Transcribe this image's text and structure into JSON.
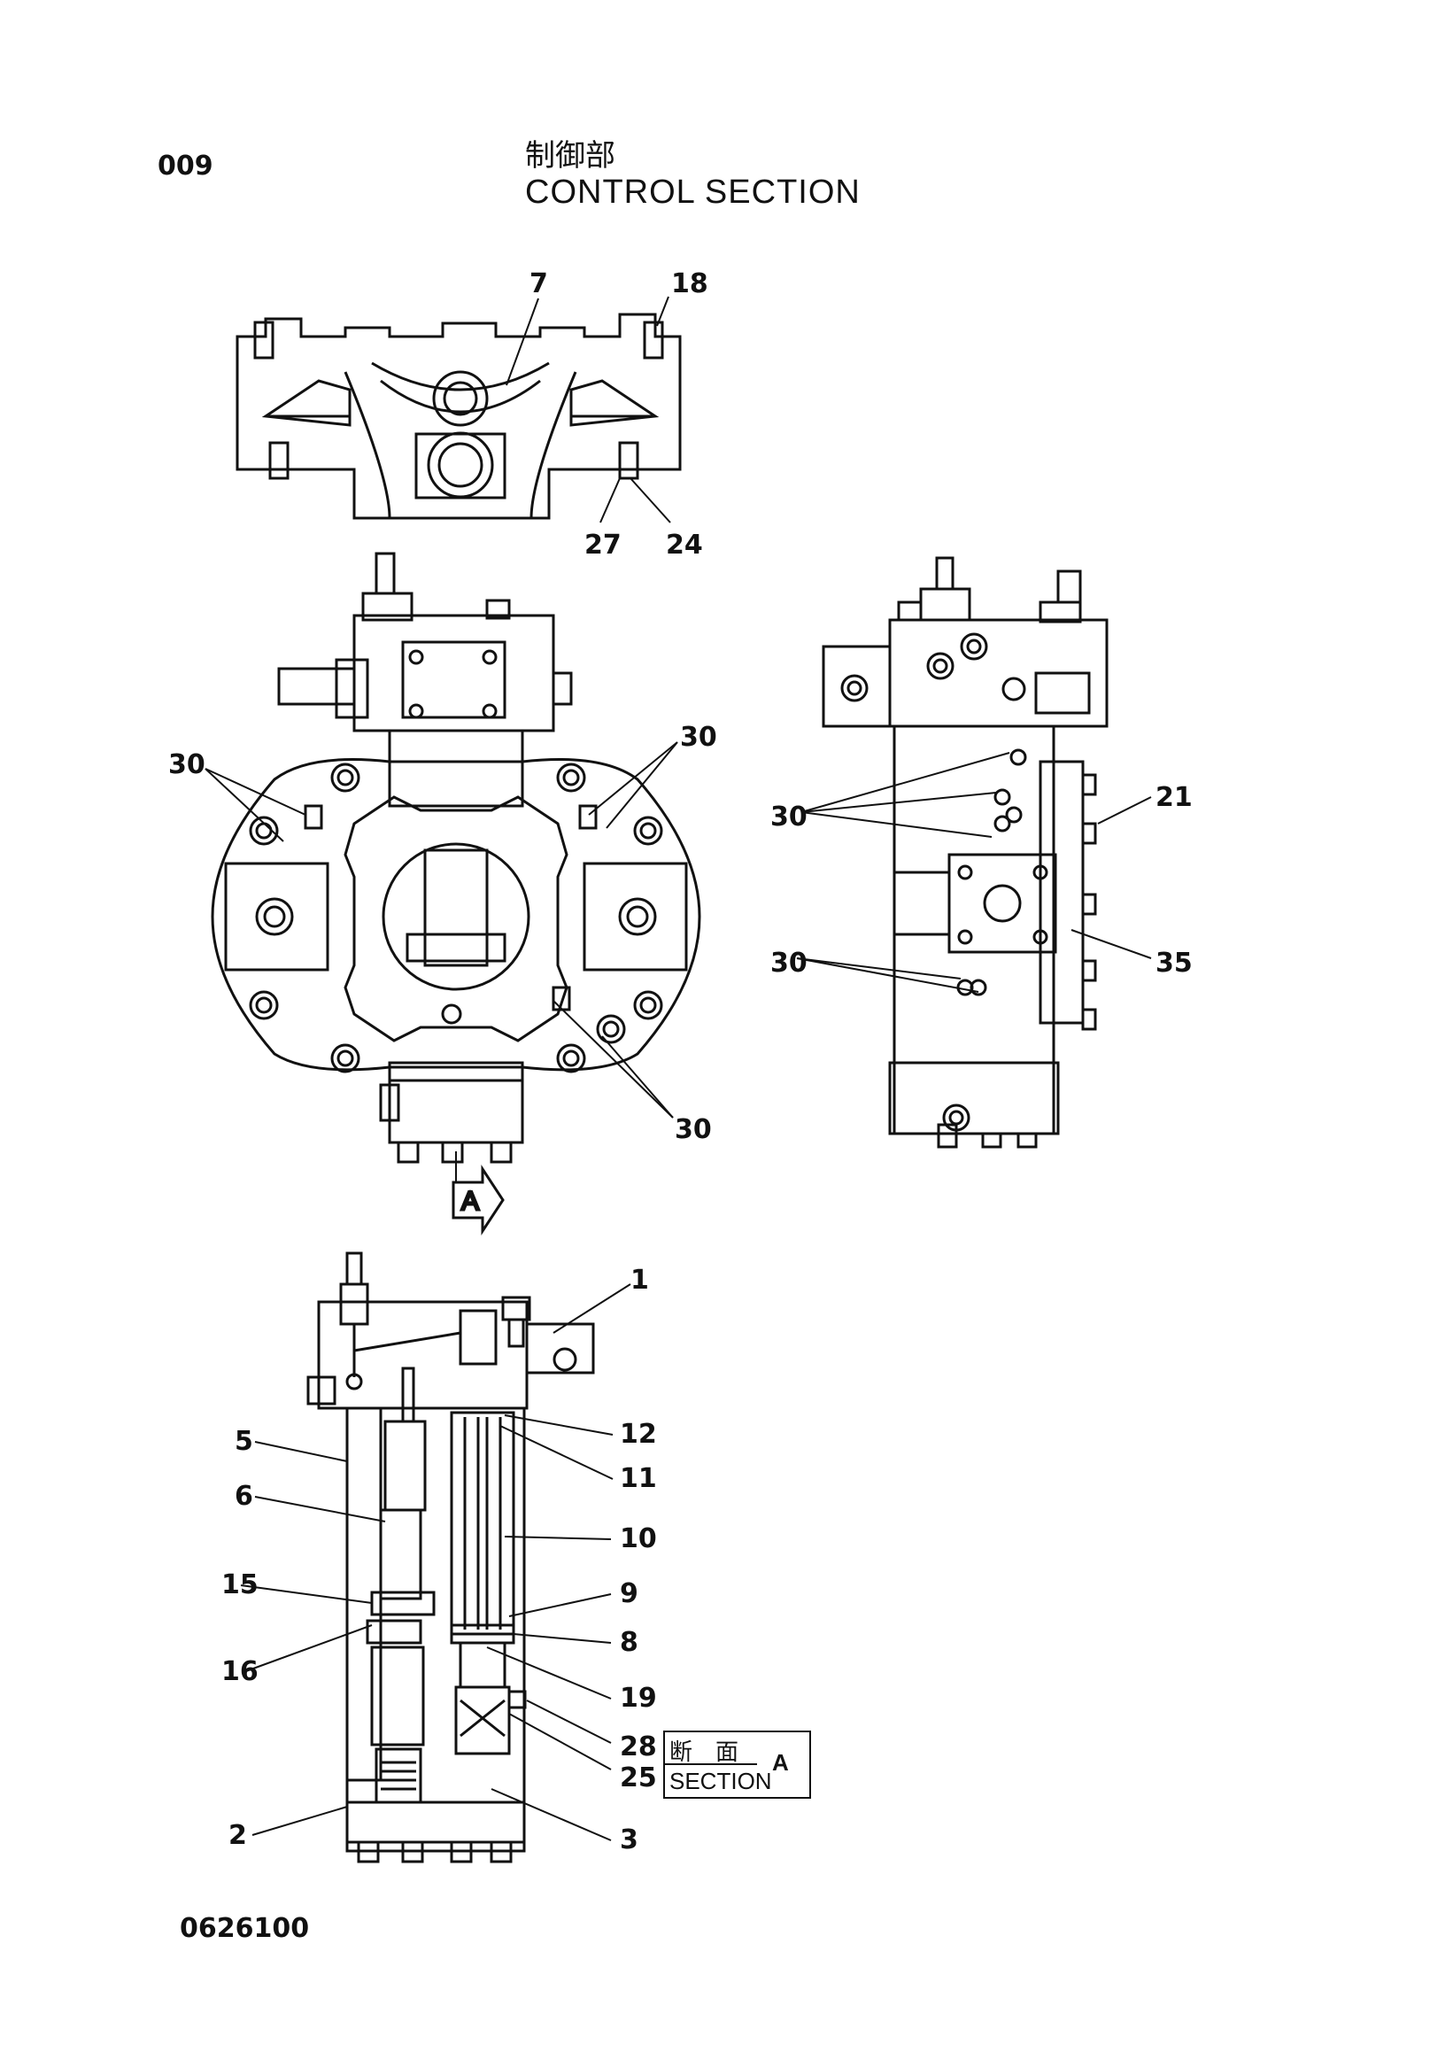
{
  "page_number": "009",
  "title_jp": "制御部",
  "title_en": "CONTROL SECTION",
  "drawing_number": "0626100",
  "view_arrow_label": "A",
  "section_label": {
    "jp": "断　面",
    "en": "SECTION",
    "letter": "A"
  },
  "callouts": {
    "top_view": [
      "7",
      "18",
      "27",
      "24"
    ],
    "front_view": [
      "30",
      "30",
      "30"
    ],
    "side_view": [
      "21",
      "30",
      "35",
      "30"
    ],
    "section_view": [
      "1",
      "5",
      "12",
      "11",
      "6",
      "10",
      "15",
      "9",
      "8",
      "16",
      "19",
      "28",
      "25",
      "2",
      "3"
    ]
  }
}
